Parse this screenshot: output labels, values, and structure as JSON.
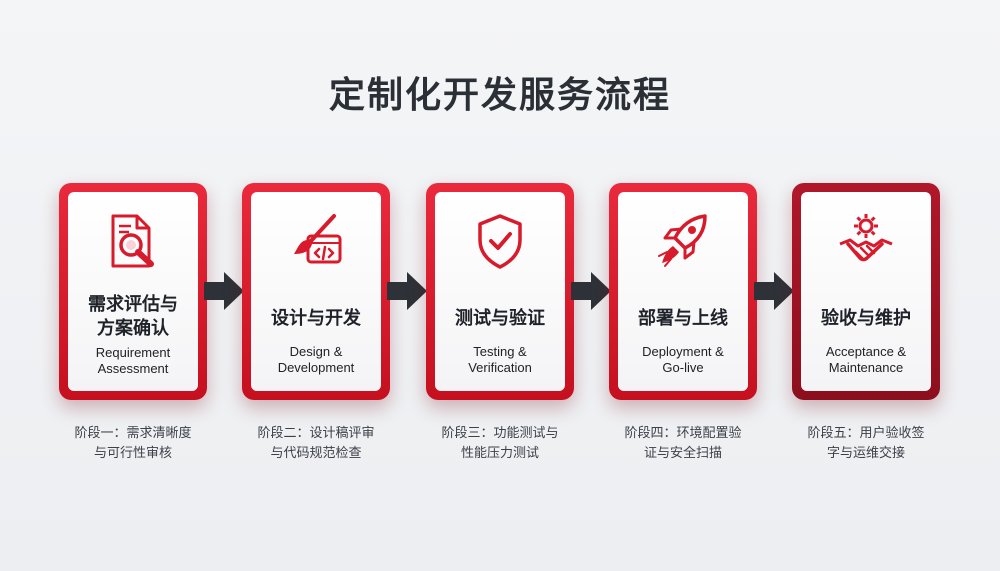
{
  "title": "定制化开发服务流程",
  "colors": {
    "accent": "#d81b2c",
    "accent_dark": "#9c1423",
    "arrow": "#2e3238",
    "text": "#2b2f36"
  },
  "steps": [
    {
      "icon": "document-search-icon",
      "title_line1": "需求评估与",
      "title_line2": "方案确认",
      "en_line1": "Requirement",
      "en_line2": "Assessment",
      "desc_line1": "阶段一：需求清晰度",
      "desc_line2": "与可行性审核"
    },
    {
      "icon": "paintbrush-code-icon",
      "title_line1": "设计与开发",
      "en_line1": "Design &",
      "en_line2": "Development",
      "desc_line1": "阶段二：设计稿评审",
      "desc_line2": "与代码规范检查"
    },
    {
      "icon": "shield-check-icon",
      "title_line1": "测试与验证",
      "en_line1": "Testing &",
      "en_line2": "Verification",
      "desc_line1": "阶段三：功能测试与",
      "desc_line2": "性能压力测试"
    },
    {
      "icon": "rocket-icon",
      "title_line1": "部署与上线",
      "en_line1": "Deployment &",
      "en_line2": "Go-live",
      "desc_line1": "阶段四：环境配置验",
      "desc_line2": "证与安全扫描"
    },
    {
      "icon": "handshake-gear-icon",
      "title_line1": "验收与维护",
      "en_line1": "Acceptance &",
      "en_line2": "Maintenance",
      "desc_line1": "阶段五：用户验收签",
      "desc_line2": "字与运维交接"
    }
  ]
}
